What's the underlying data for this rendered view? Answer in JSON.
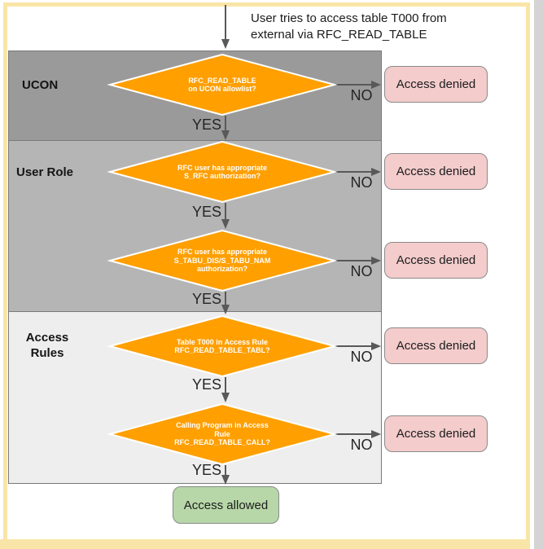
{
  "flow": {
    "start_label": "User tries to access table T000 from\nexternal via RFC_READ_TABLE",
    "allowed_label": "Access allowed"
  },
  "lanes": [
    {
      "label": "UCON",
      "color": "#9a9a9a"
    },
    {
      "label": "User Role",
      "color": "#b5b5b5"
    },
    {
      "label": "Access\nRules",
      "color": "#eeeeee"
    }
  ],
  "decisions": [
    {
      "question": "RFC_READ_TABLE\non UCON allowlist?",
      "yes_label": "YES",
      "no_label": "NO",
      "no_result": "Access denied"
    },
    {
      "question": "RFC user has appropriate\nS_RFC authorization?",
      "yes_label": "YES",
      "no_label": "NO",
      "no_result": "Access denied"
    },
    {
      "question": "RFC user has appropriate\nS_TABU_DIS/S_TABU_NAM\nauthorization?",
      "yes_label": "YES",
      "no_label": "NO",
      "no_result": "Access denied"
    },
    {
      "question": "Table T000 in Access Rule\nRFC_READ_TABLE_TABL?",
      "yes_label": "YES",
      "no_label": "NO",
      "no_result": "Access denied"
    },
    {
      "question": "Calling Program in Access\nRule\nRFC_READ_TABLE_CALL?",
      "yes_label": "YES",
      "no_label": "NO",
      "no_result": "Access denied"
    }
  ],
  "colors": {
    "frame": "#fae5a8",
    "lane_ucon": "#9a9a9a",
    "lane_user_role": "#b5b5b5",
    "lane_access_rules": "#eeeeee",
    "diamond_fill": "#ff9f00",
    "diamond_stroke": "#ffffff",
    "denied_fill": "#f4cccc",
    "allowed_fill": "#b7d7a8",
    "arrow": "#595959"
  }
}
